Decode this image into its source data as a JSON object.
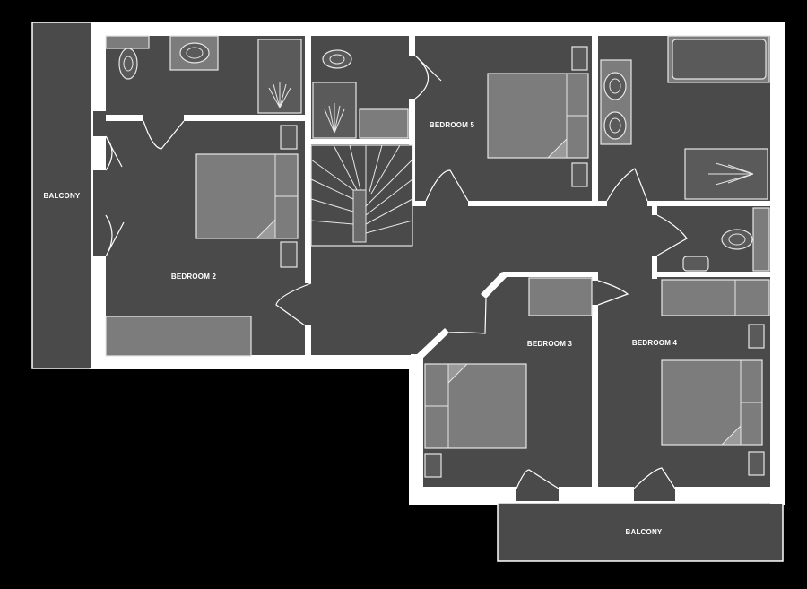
{
  "plan": {
    "labels": {
      "balcony_left": "BALCONY",
      "bedroom2": "BEDROOM 2",
      "bedroom5": "BEDROOM 5",
      "bedroom3": "BEDROOM 3",
      "bedroom4": "BEDROOM 4",
      "balcony_bottom": "BALCONY"
    }
  },
  "colors": {
    "background": "#000000",
    "floor": "#4a4a4a",
    "wall": "#ffffff",
    "furniture": "#7c7c7c"
  }
}
